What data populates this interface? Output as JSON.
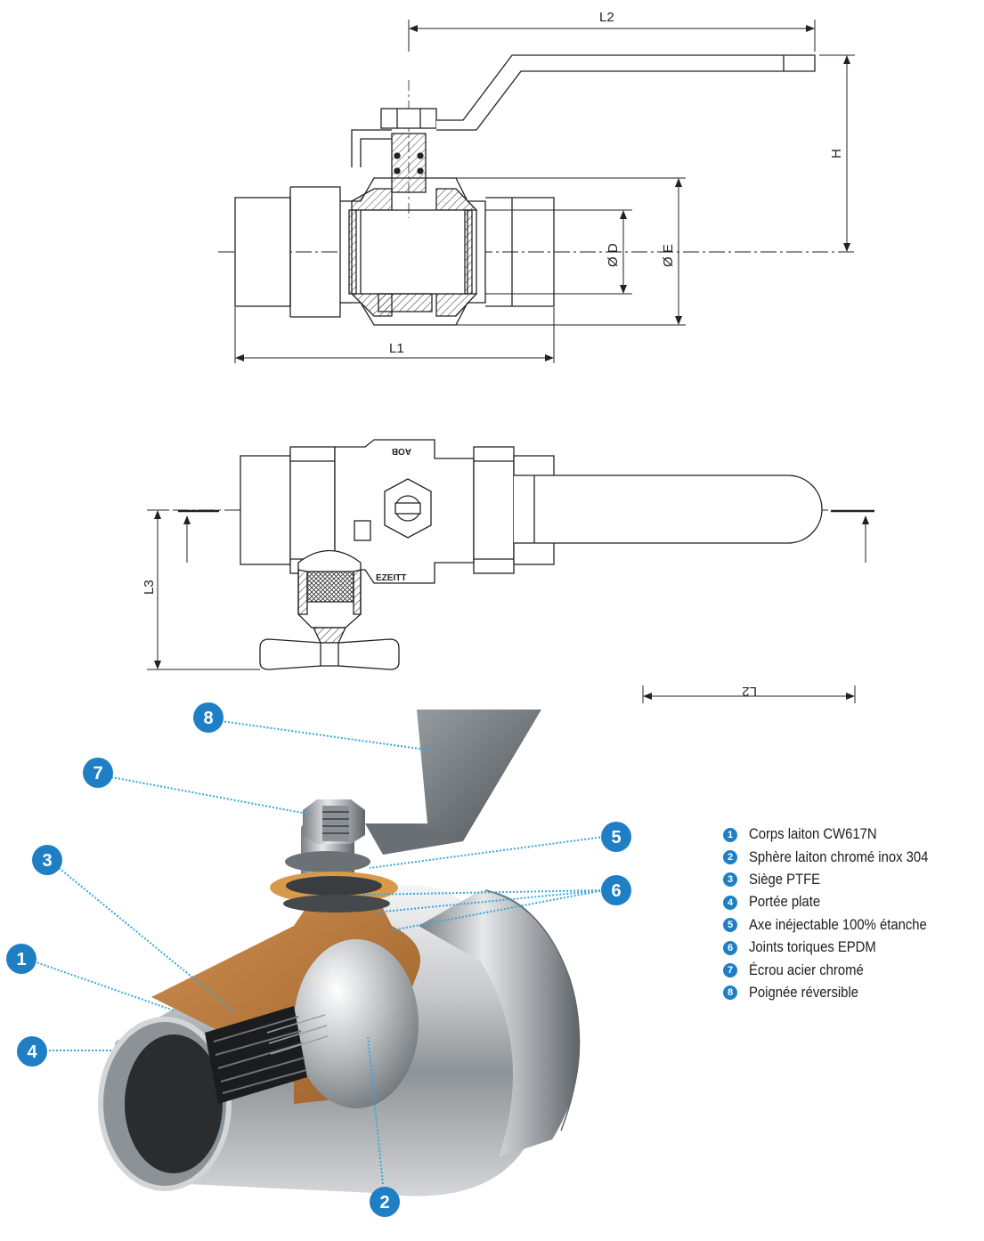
{
  "colors": {
    "callout": "#1f7fc4",
    "leader": "#3aa6dc",
    "brass": "#b8773b",
    "chrome": "#c9cccf",
    "line": "#222222"
  },
  "drawing_top": {
    "dims": {
      "l1": "L1",
      "l2": "L2",
      "h": "H",
      "d": "Ø D",
      "e": "Ø E"
    }
  },
  "drawing_side": {
    "dims": {
      "l3": "L3",
      "l2": "L2"
    },
    "stamps": {
      "top": "AOB",
      "bottom": "EZEITT"
    }
  },
  "cutaway": {
    "callouts": [
      {
        "num": "1",
        "part": "body"
      },
      {
        "num": "2",
        "part": "ball"
      },
      {
        "num": "3",
        "part": "seat"
      },
      {
        "num": "4",
        "part": "flat-face"
      },
      {
        "num": "5",
        "part": "stem"
      },
      {
        "num": "6",
        "part": "o-rings"
      },
      {
        "num": "7",
        "part": "nut"
      },
      {
        "num": "8",
        "part": "handle"
      }
    ]
  },
  "legend": [
    {
      "num": "1",
      "text": "Corps laiton CW617N"
    },
    {
      "num": "2",
      "text": "Sphère laiton chromé inox 304"
    },
    {
      "num": "3",
      "text": "Siège PTFE"
    },
    {
      "num": "4",
      "text": "Portée plate"
    },
    {
      "num": "5",
      "text": "Axe inéjectable 100% étanche"
    },
    {
      "num": "6",
      "text": "Joints toriques EPDM"
    },
    {
      "num": "7",
      "text": "Écrou acier chromé"
    },
    {
      "num": "8",
      "text": "Poignée réversible"
    }
  ]
}
